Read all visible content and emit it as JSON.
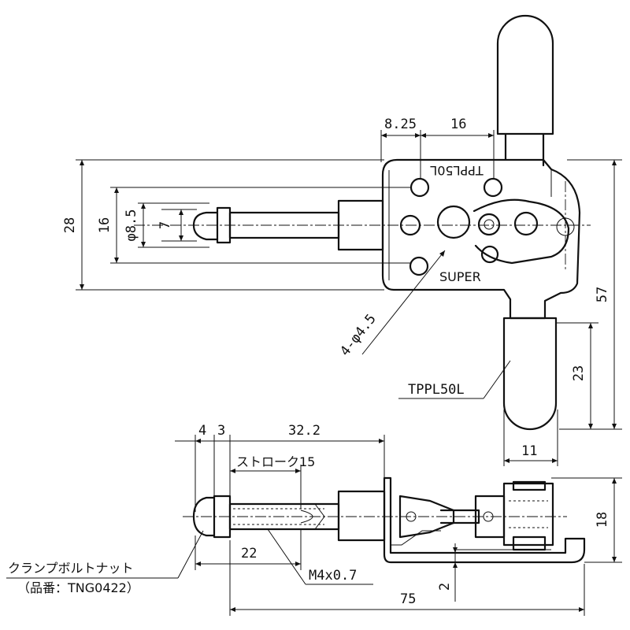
{
  "dims": {
    "d_8_25": "8.25",
    "d_16_top": "16",
    "d_28": "28",
    "d_16_left": "16",
    "d_phi_8_5": "φ8.5",
    "d_7": "7",
    "d_57": "57",
    "d_23": "23",
    "d_11": "11",
    "d_4": "4",
    "d_3": "3",
    "d_32_2": "32.2",
    "d_18": "18",
    "d_22": "22",
    "d_2": "2",
    "d_75": "75"
  },
  "notes": {
    "holes": "4-φ4.5",
    "grip_model": "TPPL50L",
    "body_stamp": "TPPL50L",
    "brand_stamp": "SUPER",
    "stroke": "ストローク15",
    "thread": "M4x0.7",
    "bolt_nut": "クランプボルトナット",
    "part_no": "（品番：TNG0422）"
  }
}
